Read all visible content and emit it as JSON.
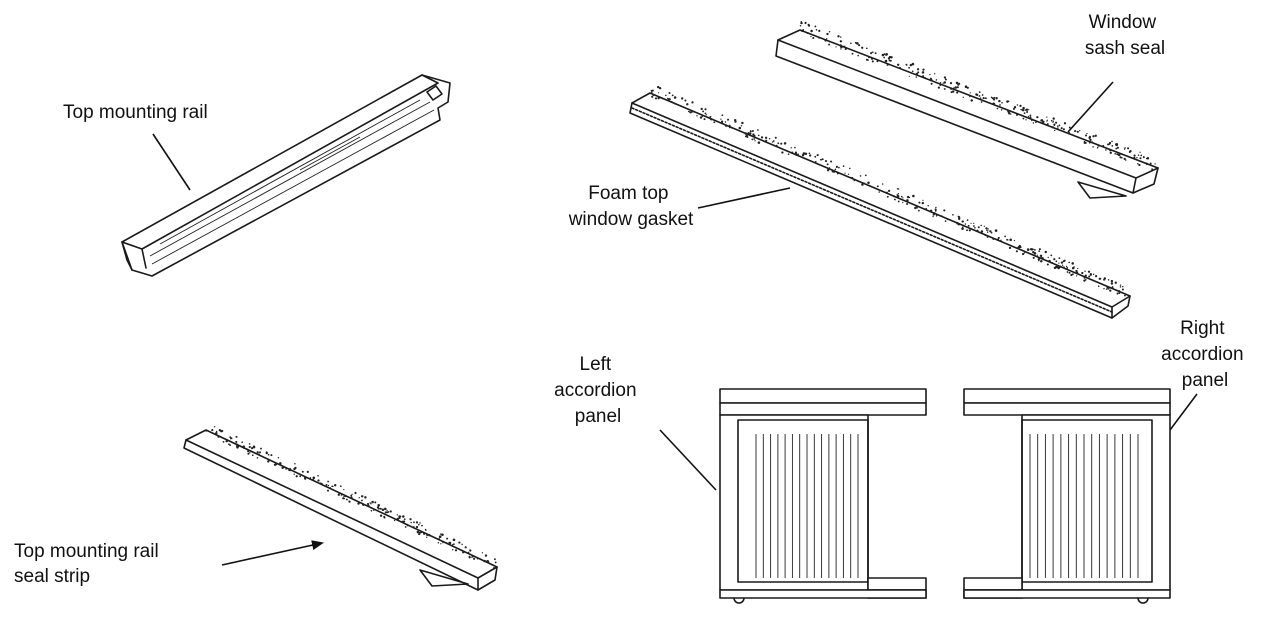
{
  "labels": {
    "top_mounting_rail": [
      "Top mounting rail"
    ],
    "window_sash_seal": [
      "Window",
      "sash seal"
    ],
    "foam_top_window_gasket": [
      "Foam top",
      "window gasket"
    ],
    "right_accordion_panel": [
      "Right",
      "accordion",
      "panel"
    ],
    "left_accordion_panel": [
      "Left",
      "accordion",
      "panel"
    ],
    "top_mounting_rail_seal_strip": [
      "Top mounting rail",
      "seal strip"
    ]
  }
}
